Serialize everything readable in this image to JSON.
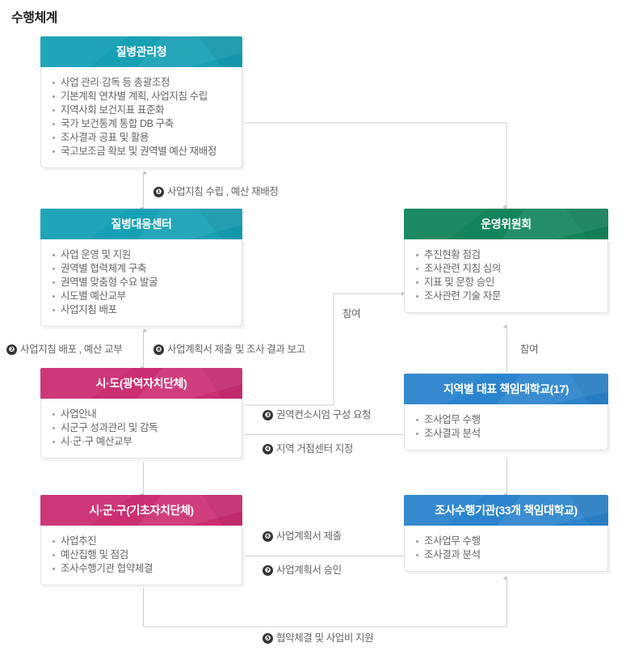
{
  "page": {
    "title": "수행체계"
  },
  "colors": {
    "teal": "#16a0b4",
    "green": "#12855c",
    "pink": "#cc2e72",
    "blue": "#2b84cd",
    "line": "#cccccc",
    "body_text": "#666666",
    "title_text": "#222222"
  },
  "nodes": {
    "kdca": {
      "title": "질병관리청",
      "theme": "teal",
      "items": [
        "사업 관리·감독 등 총괄조정",
        "기본계획 연차별 계획, 사업지침 수립",
        "지역사회 보건지표 표준화",
        "국가 보건통계 통합 DB 구축",
        "조사결과 공표 및 활용",
        "국고보조금 확보 및 권역별 예산 재배정"
      ]
    },
    "center": {
      "title": "질병대응센터",
      "theme": "teal",
      "items": [
        "사업 운영 및 지원",
        "권역별 협력체계 구축",
        "권역별 맞춤형 수요 발굴",
        "시도별 예산교부",
        "사업지침 배포"
      ]
    },
    "committee": {
      "title": "운영위원회",
      "theme": "green",
      "items": [
        "추진현황 점검",
        "조사관련 지침 심의",
        "지표 및 문항 승인",
        "조사관련 기술 자문"
      ]
    },
    "sido": {
      "title": "시·도(광역자치단체)",
      "theme": "pink",
      "items": [
        "사업안내",
        "시군구 성과관리 및 감독",
        "시·군·구 예산교부"
      ]
    },
    "regional_univ": {
      "title": "지역별 대표 책임대학교(17)",
      "theme": "blue",
      "items": [
        "조사업무 수행",
        "조사결과 분석"
      ]
    },
    "sigungu": {
      "title": "시·군·구(기초자치단체)",
      "theme": "pink",
      "items": [
        "사업추진",
        "예산집행 및 점검",
        "조사수행기관 협약체결"
      ]
    },
    "survey_org": {
      "title": "조사수행기관(33개 책임대학교)",
      "theme": "blue",
      "items": [
        "조사업무 수행",
        "조사결과 분석"
      ]
    }
  },
  "edges": [
    {
      "key": "e1",
      "num": "❶",
      "label": "사업지침 수립 , 예산 재배정"
    },
    {
      "key": "e2",
      "num": "❷",
      "label": "사업지침 배포 , 예산 교부"
    },
    {
      "key": "e8",
      "num": "❽",
      "label": "사업계획서 제출 및 조사 결과 보고"
    },
    {
      "key": "e3",
      "num": "❸",
      "label": "권역컨소시엄 구성 요청"
    },
    {
      "key": "e4",
      "num": "❹",
      "label": "지역 거점센터 지정"
    },
    {
      "key": "e6",
      "num": "❻",
      "label": "사업계획서 제출"
    },
    {
      "key": "e7",
      "num": "❼",
      "label": "사업계획서 승인"
    },
    {
      "key": "e5",
      "num": "❺",
      "label": "협약체결 및 사업비 지원"
    },
    {
      "key": "p1",
      "num": "",
      "label": "참여"
    },
    {
      "key": "p2",
      "num": "",
      "label": "참여"
    }
  ]
}
